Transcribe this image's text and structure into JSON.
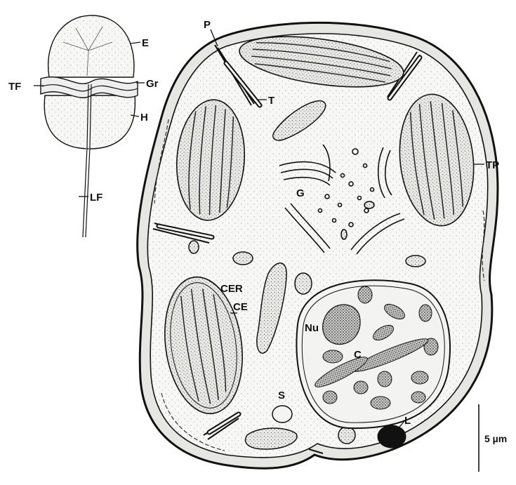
{
  "inset": {
    "labels": {
      "E": "E",
      "TF": "TF",
      "Gr": "Gr",
      "H": "H",
      "LF": "LF"
    }
  },
  "cell": {
    "labels": {
      "P": "P",
      "T": "T",
      "TP": "TP",
      "G": "G",
      "CER": "CER",
      "CE": "CE",
      "Nu": "Nu",
      "C": "C",
      "S": "S",
      "L": "L"
    }
  },
  "scale_bar": {
    "label": "5 µm"
  },
  "colors": {
    "ink": "#111111",
    "paper": "#ffffff",
    "stipple": "#f4f4f2"
  }
}
